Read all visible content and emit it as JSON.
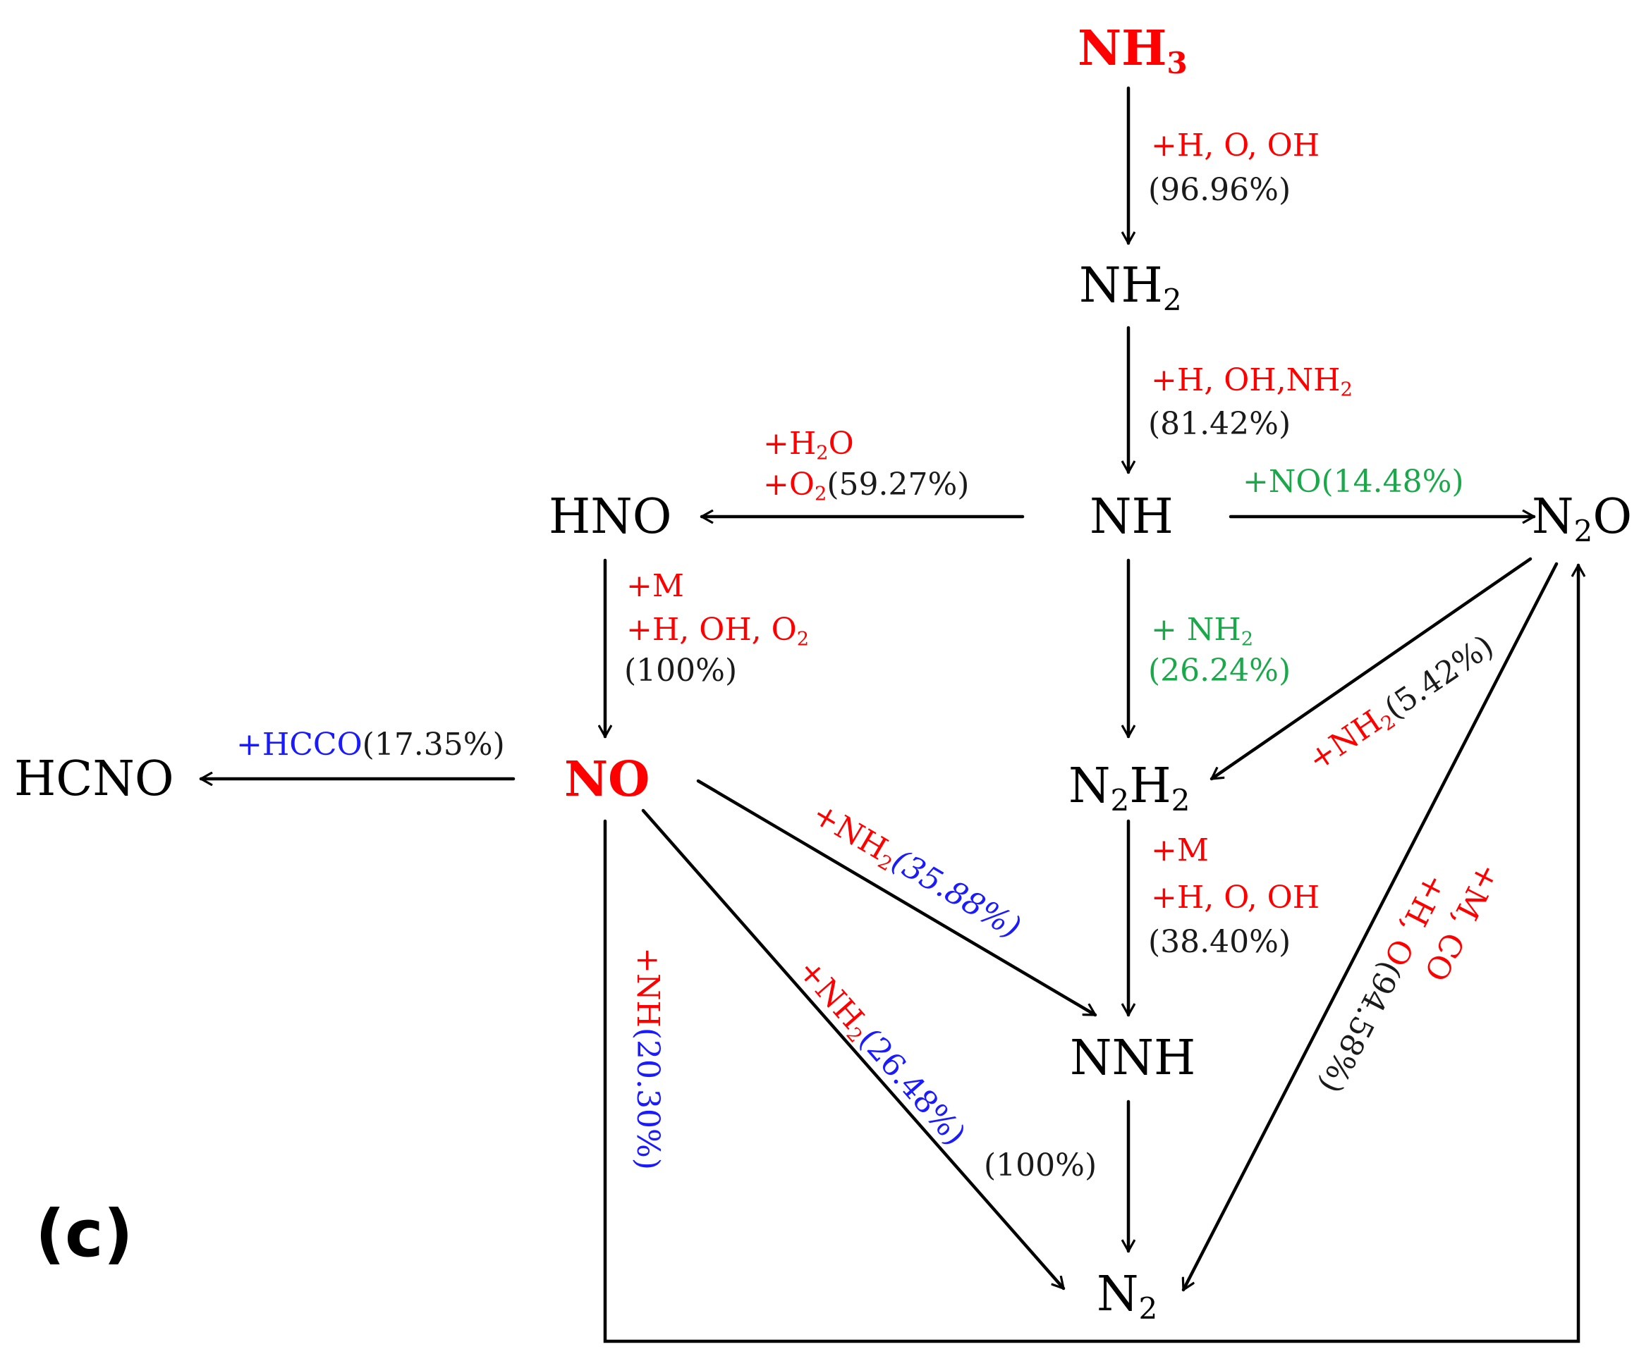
{
  "panel_label": "(c)",
  "colors": {
    "red": "#ff0000",
    "black": "#1a1a1a",
    "green": "#1aa84a",
    "blue": "#1a1aff"
  },
  "species": {
    "nh3": {
      "main": "NH",
      "sub": "3"
    },
    "nh2": {
      "main": "NH",
      "sub": "2"
    },
    "nh": {
      "main": "NH"
    },
    "hno": {
      "main": "HNO"
    },
    "n2o": {
      "pre": "N",
      "sub": "2",
      "post": "O"
    },
    "hcno": {
      "main": "HCNO"
    },
    "no": {
      "main": "NO"
    },
    "n2h2": {
      "pre": "N",
      "sub1": "2",
      "mid": "H",
      "sub2": "2"
    },
    "nnh": {
      "main": "NNH"
    },
    "n2": {
      "pre": "N",
      "sub": "2"
    }
  },
  "reactions": {
    "nh3_nh2": {
      "line1": "+H, O, OH",
      "pct": "(96.96%)"
    },
    "nh2_nh": {
      "line1": "+H, OH,NH",
      "line1_sub": "2",
      "pct": "(81.42%)"
    },
    "nh_hno": {
      "line1_pre": "+H",
      "line1_sub": "2",
      "line1_post": "O",
      "line2_pre": "+O",
      "line2_sub": "2",
      "pct": "(59.27%)"
    },
    "nh_n2o": {
      "text": "+NO(14.48%)"
    },
    "hno_no": {
      "line1": "+M",
      "line2": "+H, OH, O",
      "line2_sub": "2",
      "pct": "(100%)"
    },
    "nh_n2h2": {
      "line1": "+ NH",
      "line1_sub": "2",
      "pct": "(26.24%)"
    },
    "no_hcno": {
      "reactant": "+HCCO",
      "pct": "(17.35%)"
    },
    "n2o_n2h2": {
      "reactant": "+NH",
      "reactant_sub": "2",
      "pct": "(5.42%)"
    },
    "no_nnh": {
      "reactant": "+NH",
      "reactant_sub": "2",
      "pct": "(35.88%)"
    },
    "n2h2_nnh": {
      "line1": "+M",
      "line2": "+H, O, OH",
      "pct": "(38.40%)"
    },
    "no_n2_nh": {
      "reactant": "+NH",
      "pct": "(20.30%)"
    },
    "no_n2_nh2": {
      "reactant": "+NH",
      "reactant_sub": "2",
      "pct": "(26.48%)"
    },
    "nnh_n2": {
      "pct": "(100%)"
    },
    "n2o_n2": {
      "line1": "+H, O",
      "pct": "(94.58%)"
    },
    "m_co": {
      "text": "+M, CO"
    }
  }
}
